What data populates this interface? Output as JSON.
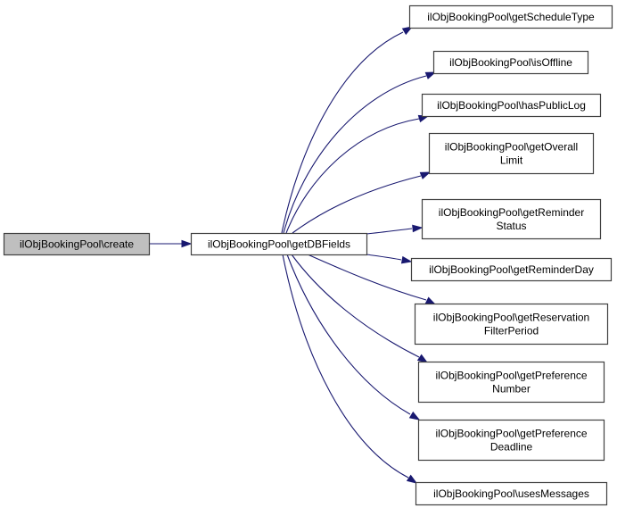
{
  "diagram": {
    "type": "call-graph",
    "edge_color": "#191970",
    "root_fill": "#bfbfbf",
    "nodes": [
      {
        "id": "create",
        "lines": [
          "ilObjBookingPool\\create"
        ],
        "highlighted": true
      },
      {
        "id": "getDBFields",
        "lines": [
          "ilObjBookingPool\\getDBFields"
        ]
      },
      {
        "id": "getScheduleType",
        "lines": [
          "ilObjBookingPool\\getScheduleType"
        ]
      },
      {
        "id": "isOffline",
        "lines": [
          "ilObjBookingPool\\isOffline"
        ]
      },
      {
        "id": "hasPublicLog",
        "lines": [
          "ilObjBookingPool\\hasPublicLog"
        ]
      },
      {
        "id": "getOverallLimit",
        "lines": [
          "ilObjBookingPool\\getOverall",
          "Limit"
        ]
      },
      {
        "id": "getReminderStatus",
        "lines": [
          "ilObjBookingPool\\getReminder",
          "Status"
        ]
      },
      {
        "id": "getReminderDay",
        "lines": [
          "ilObjBookingPool\\getReminderDay"
        ]
      },
      {
        "id": "getReservationFilterPeriod",
        "lines": [
          "ilObjBookingPool\\getReservation",
          "FilterPeriod"
        ]
      },
      {
        "id": "getPreferenceNumber",
        "lines": [
          "ilObjBookingPool\\getPreference",
          "Number"
        ]
      },
      {
        "id": "getPreferenceDeadline",
        "lines": [
          "ilObjBookingPool\\getPreference",
          "Deadline"
        ]
      },
      {
        "id": "usesMessages",
        "lines": [
          "ilObjBookingPool\\usesMessages"
        ]
      }
    ],
    "edges": [
      {
        "from": "create",
        "to": "getDBFields"
      },
      {
        "from": "getDBFields",
        "to": "getScheduleType"
      },
      {
        "from": "getDBFields",
        "to": "isOffline"
      },
      {
        "from": "getDBFields",
        "to": "hasPublicLog"
      },
      {
        "from": "getDBFields",
        "to": "getOverallLimit"
      },
      {
        "from": "getDBFields",
        "to": "getReminderStatus"
      },
      {
        "from": "getDBFields",
        "to": "getReminderDay"
      },
      {
        "from": "getDBFields",
        "to": "getReservationFilterPeriod"
      },
      {
        "from": "getDBFields",
        "to": "getPreferenceNumber"
      },
      {
        "from": "getDBFields",
        "to": "getPreferenceDeadline"
      },
      {
        "from": "getDBFields",
        "to": "usesMessages"
      }
    ]
  }
}
